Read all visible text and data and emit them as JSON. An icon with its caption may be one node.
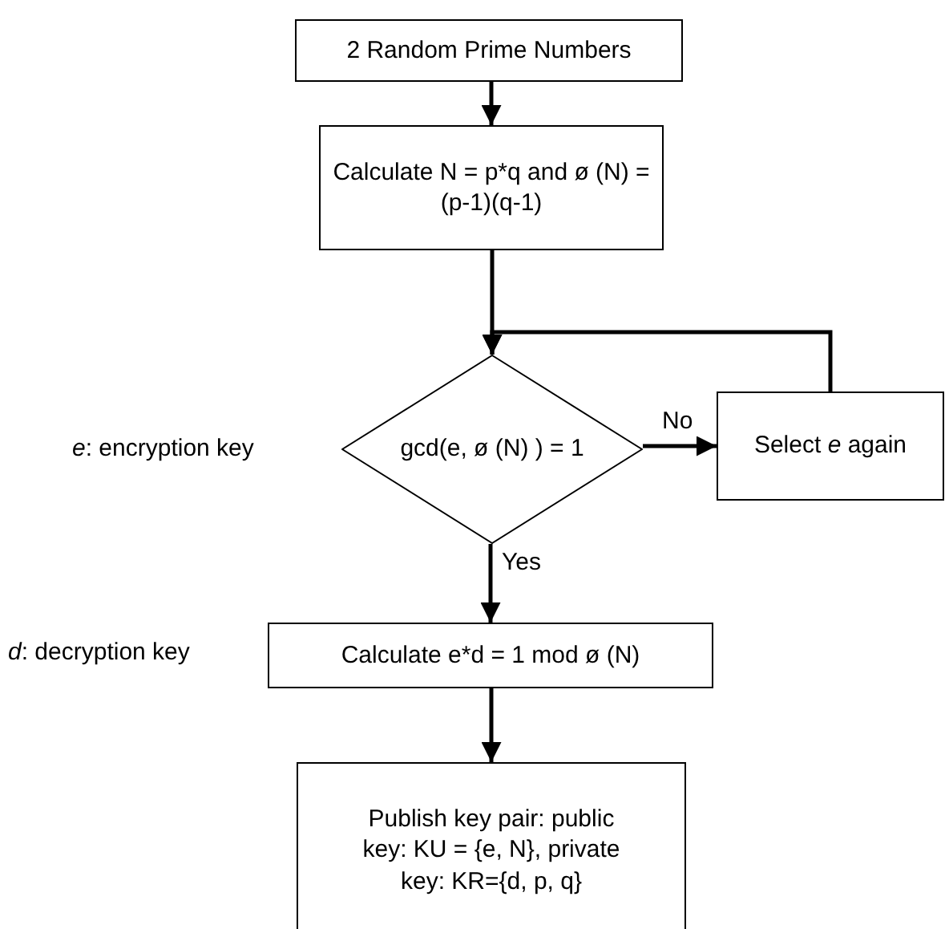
{
  "diagram": {
    "nodes": [
      {
        "text": [
          "2 Random Prime Numbers"
        ]
      },
      {
        "text": [
          "Calculate N = p*q and ø (N) = (p-1)(q-1)"
        ]
      },
      {
        "text": [
          "gcd(e, ø (N) ) = 1"
        ],
        "beside": [
          "*e*: encryption key"
        ]
      },
      {
        "text": [
          "Select *e* again"
        ]
      },
      {
        "text": [
          "Calculate e*d = 1 mod ø (N)"
        ],
        "beside": [
          "*d*: decryption key"
        ]
      },
      {
        "text": [
          "Publish key pair: public key: KU = {e, N}, private key: KR={d, p, q}"
        ]
      }
    ],
    "edges": [
      {
        "from": 0,
        "to": 1,
        "arrow": "to"
      },
      {
        "from": 1,
        "to": 2,
        "arrow": "to"
      },
      {
        "from": 2,
        "to": 3,
        "arrow": "to",
        "label": "No"
      },
      {
        "from": 3,
        "to": 2,
        "arrow": "to"
      },
      {
        "from": 2,
        "to": 4,
        "arrow": "to",
        "label": "Yes"
      },
      {
        "from": 4,
        "to": 5,
        "arrow": "to"
      }
    ]
  }
}
